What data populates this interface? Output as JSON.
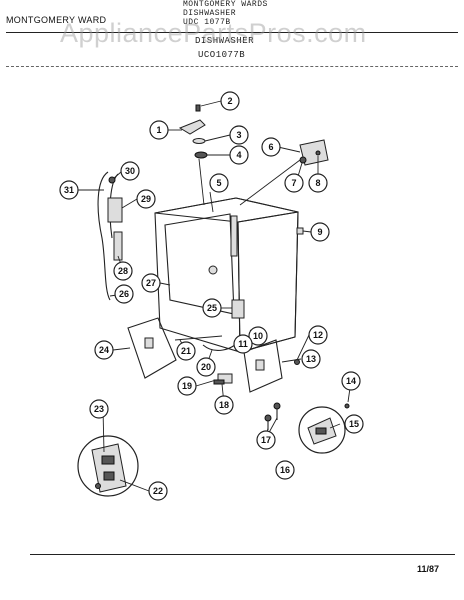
{
  "header": {
    "line1": "MONTGOMERY WARDS",
    "line2": "DISHWASHER",
    "line3": "UDC 1077B",
    "brand": "MONTGOMERY WARD",
    "subtitle": "DISHWASHER",
    "model": "UCO1077B"
  },
  "watermark": "AppliancePartsPros.com",
  "footer": {
    "date": "11/87"
  },
  "callouts": [
    "1",
    "2",
    "3",
    "4",
    "5",
    "6",
    "7",
    "8",
    "9",
    "10",
    "11",
    "12",
    "13",
    "14",
    "15",
    "16",
    "17",
    "18",
    "19",
    "20",
    "21",
    "22",
    "23",
    "24",
    "25",
    "26",
    "27",
    "28",
    "29",
    "30",
    "31"
  ]
}
